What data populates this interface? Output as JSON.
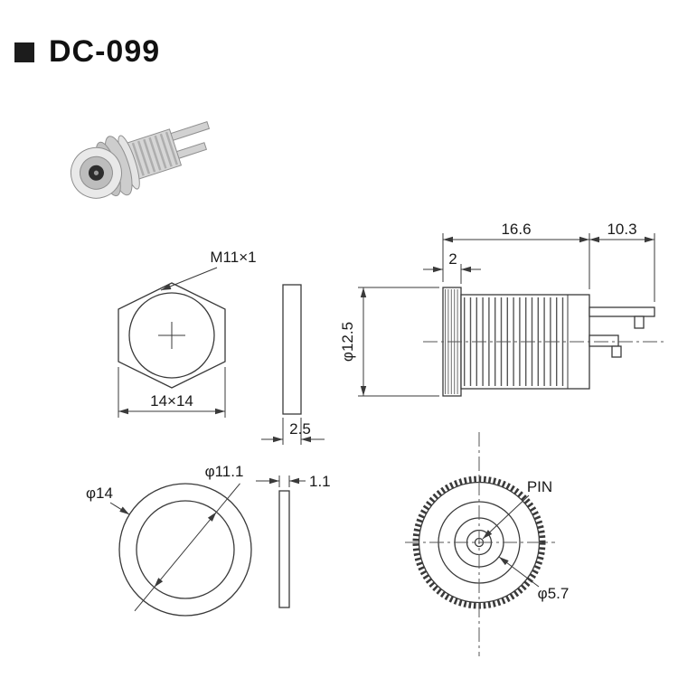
{
  "page": {
    "title": "DC-099"
  },
  "colors": {
    "line": "#3a3a3a",
    "text": "#1a1a1a",
    "title_bullet": "#1c1c1c"
  },
  "dims": {
    "hex_thread": "M11×1",
    "hex_size": "14×14",
    "washer1_thickness": "2.5",
    "body_length": "16.6",
    "pin_length": "10.3",
    "collar_width": "2",
    "body_diameter": "φ12.5",
    "washer_outer": "φ14",
    "washer_inner": "φ11.1",
    "washer2_thickness": "1.1",
    "pin_label": "PIN",
    "pin_diameter": "φ5.7"
  }
}
